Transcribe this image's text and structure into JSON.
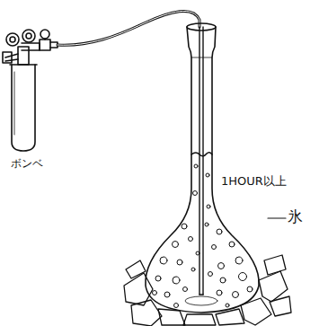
{
  "diagram": {
    "labels": [
      "ボンベ",
      "1HOUR以上",
      "氷"
    ]
  }
}
